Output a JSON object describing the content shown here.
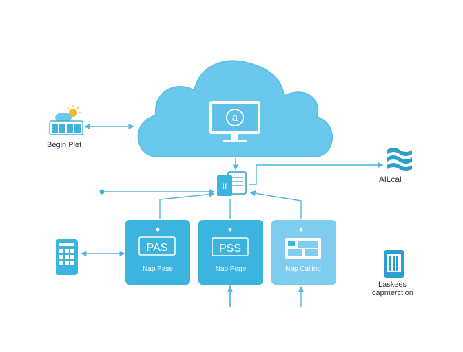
{
  "diagram": {
    "cloud": {
      "screen_text": "a"
    },
    "hub": {
      "text": "If"
    },
    "left_top": {
      "label": "Begin Plet"
    },
    "right_top": {
      "label": "AlLcal"
    },
    "right_bottom": {
      "label_line1": "Laskees",
      "label_line2": "capmerction"
    },
    "tiles": [
      {
        "name": "tile-pas",
        "title": "PAS",
        "caption": "Nap Pase"
      },
      {
        "name": "tile-pss",
        "title": "PSS",
        "caption": "Nap Poge"
      },
      {
        "name": "tile-calling",
        "title": "",
        "caption": "Nap Calling"
      }
    ],
    "colors": {
      "cloud_fill": "#6ac8ec",
      "tile_dark": "#3bb4df",
      "tile_light": "#7fcdee",
      "line": "#4fb6e1",
      "icon_dark": "#2b9fd0",
      "accent_sun": "#f7b733"
    }
  }
}
